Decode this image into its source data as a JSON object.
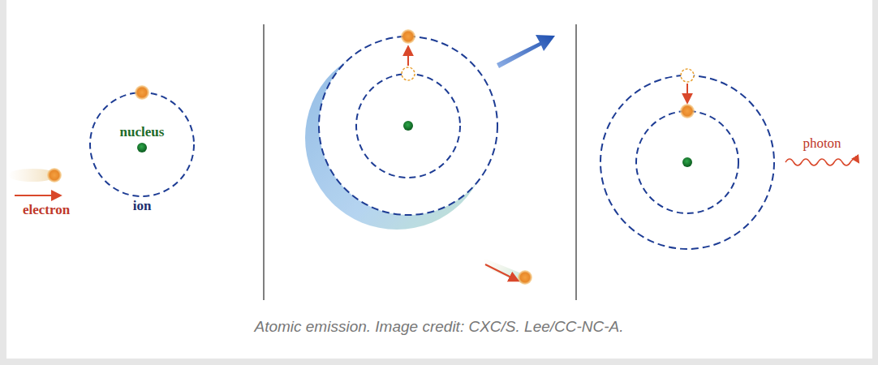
{
  "diagram": {
    "caption": "Atomic emission. Image credit: CXC/S. Lee/CC-NC-A.",
    "labels": [
      "nucleus",
      "electron",
      "ion",
      "photon"
    ]
  }
}
